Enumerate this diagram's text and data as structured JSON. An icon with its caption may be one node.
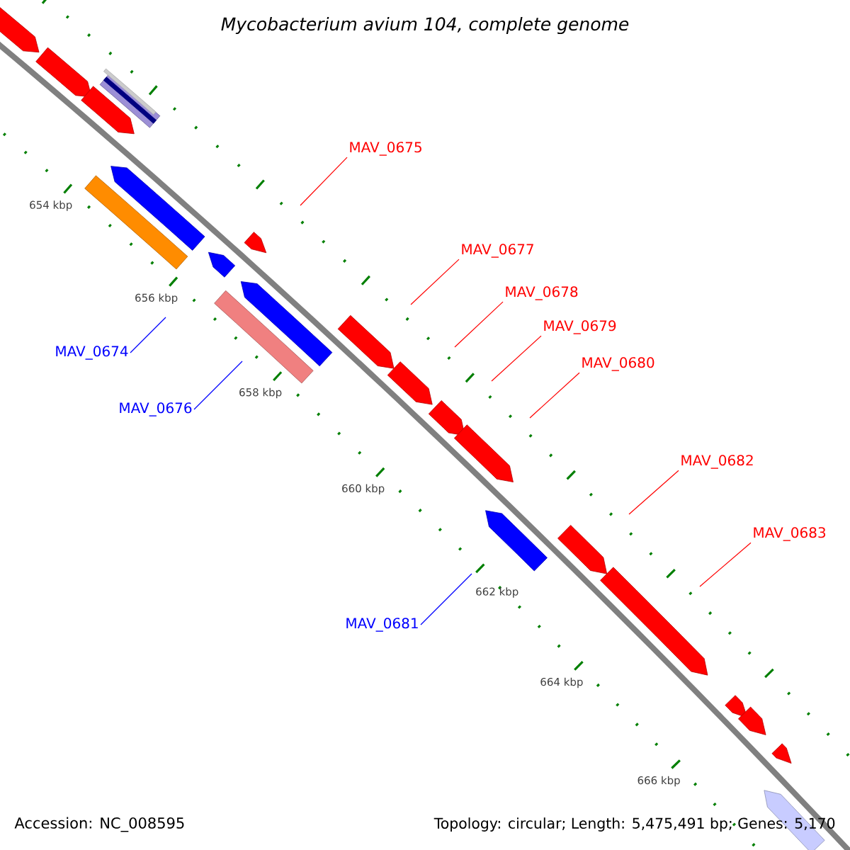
{
  "diagram": {
    "title": "Mycobacterium avium 104, complete genome",
    "nodes": [
      {
        "text": [
          "MAV_0675"
        ]
      },
      {
        "text": [
          "MAV_0677"
        ]
      },
      {
        "text": [
          "MAV_0678"
        ]
      },
      {
        "text": [
          "MAV_0679"
        ]
      },
      {
        "text": [
          "MAV_0674"
        ]
      },
      {
        "text": [
          "MAV_0680"
        ]
      },
      {
        "text": [
          "MAV_0676"
        ]
      },
      {
        "text": [
          "MAV_0682"
        ]
      },
      {
        "text": [
          "MAV_0683"
        ]
      },
      {
        "text": [
          "MAV_0681"
        ]
      }
    ],
    "edges": [
      {
        "from": 0,
        "to": null,
        "arrow": "none"
      },
      {
        "from": 1,
        "to": null,
        "arrow": "none"
      },
      {
        "from": 2,
        "to": null,
        "arrow": "none"
      },
      {
        "from": 3,
        "to": null,
        "arrow": "none"
      },
      {
        "from": 4,
        "to": null,
        "arrow": "none",
        "color": "#0000ff"
      },
      {
        "from": 5,
        "to": null,
        "arrow": "none"
      },
      {
        "from": 6,
        "to": null,
        "arrow": "none",
        "color": "#0000ff"
      },
      {
        "from": 7,
        "to": null,
        "arrow": "none"
      },
      {
        "from": 8,
        "to": null,
        "arrow": "none"
      },
      {
        "from": 9,
        "to": null,
        "arrow": "none",
        "color": "#0000ff"
      }
    ],
    "labels": [
      "654 kbp",
      "656 kbp",
      "658 kbp",
      "660 kbp",
      "662 kbp",
      "664 kbp",
      "666 kbp",
      "Accession: NC_008595",
      "Topology: circular; Length: 5,475,491 bp; Genes: 5,170"
    ]
  }
}
